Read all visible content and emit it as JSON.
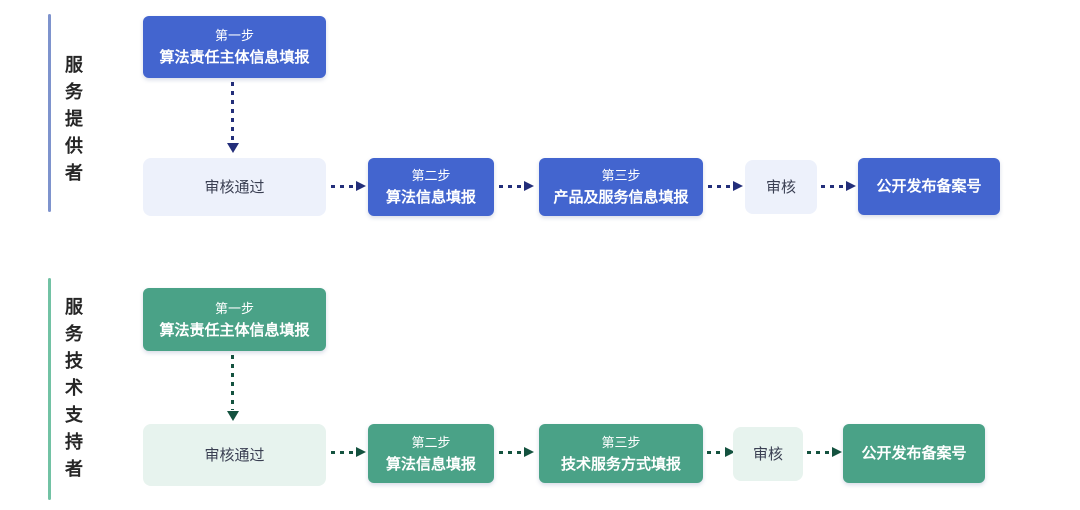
{
  "diagram": {
    "lanes": [
      {
        "label": "服务提供者",
        "theme": {
          "solid": "#4365cf",
          "light": "#edf1fb",
          "arrow": "#232e7a",
          "bar": "#7e93cd"
        },
        "step1": {
          "step": "第一步",
          "title": "算法责任主体信息填报"
        },
        "review_passed": "审核通过",
        "step2": {
          "step": "第二步",
          "title": "算法信息填报"
        },
        "step3": {
          "step": "第三步",
          "title": "产品及服务信息填报"
        },
        "review": "审核",
        "result": "公开发布备案号"
      },
      {
        "label": "服务技术支持者",
        "theme": {
          "solid": "#4aa287",
          "light": "#e7f3ee",
          "arrow": "#14523f",
          "bar": "#72c2a4"
        },
        "step1": {
          "step": "第一步",
          "title": "算法责任主体信息填报"
        },
        "review_passed": "审核通过",
        "step2": {
          "step": "第二步",
          "title": "算法信息填报"
        },
        "step3": {
          "step": "第三步",
          "title": "技术服务方式填报"
        },
        "review": "审核",
        "result": "公开发布备案号"
      }
    ]
  }
}
